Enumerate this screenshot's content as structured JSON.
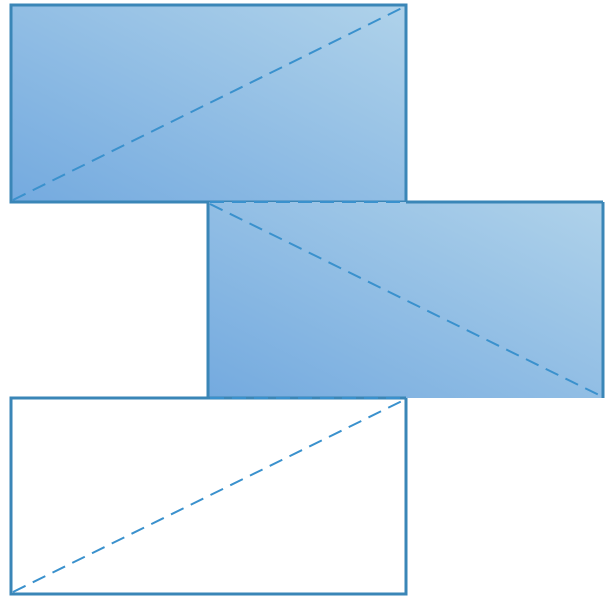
{
  "diagram": {
    "shapes": [
      {
        "name": "top-rectangle",
        "fill": "shaded",
        "diagonal": "bottom-left-to-top-right"
      },
      {
        "name": "middle-rectangle",
        "fill": "shaded",
        "diagonal": "top-left-to-bottom-right"
      },
      {
        "name": "bottom-rectangle",
        "fill": "none",
        "diagonal": "bottom-left-to-top-right"
      }
    ],
    "colors": {
      "outline": "#3A86B7",
      "dashed_line": "#3A91CD",
      "gradient_dark": "#74AADF",
      "gradient_light": "#AFD2EA",
      "background": "#FFFFFF"
    }
  }
}
